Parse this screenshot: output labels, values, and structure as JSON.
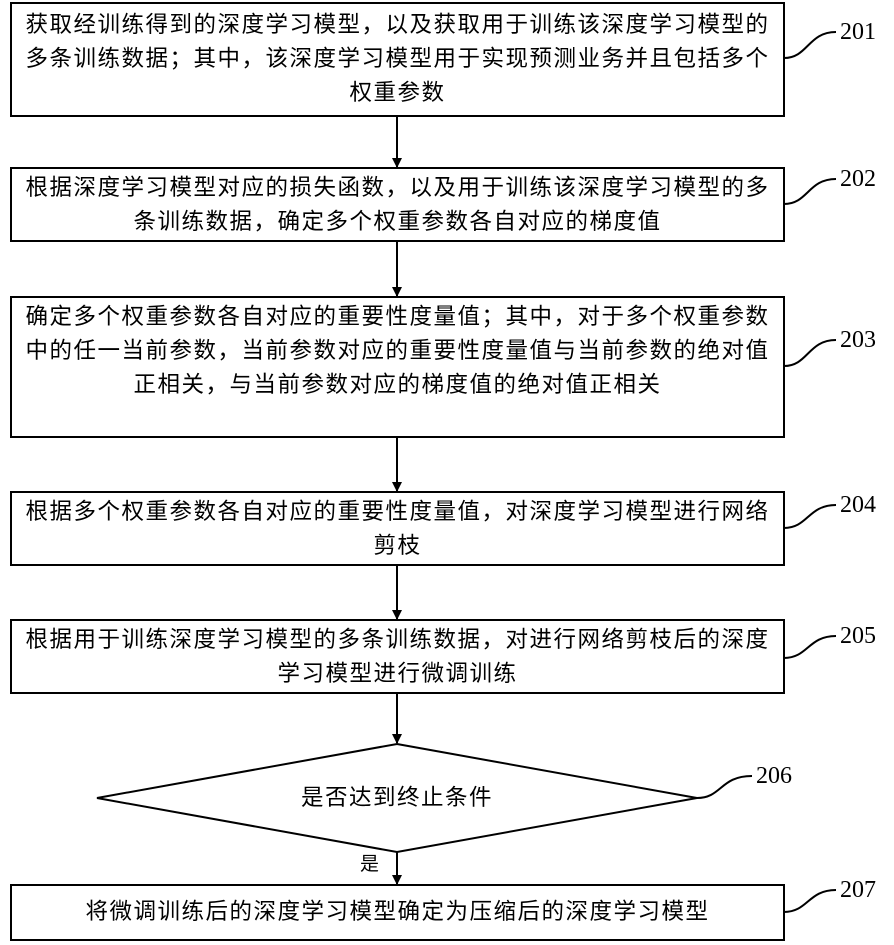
{
  "steps": [
    {
      "id": "201",
      "text": "获取经训练得到的深度学习模型，以及获取用于训练该深度学习模型的多条训练数据；其中，该深度学习模型用于实现预测业务并且包括多个权重参数"
    },
    {
      "id": "202",
      "text": "根据深度学习模型对应的损失函数，以及用于训练该深度学习模型的多条训练数据，确定多个权重参数各自对应的梯度值"
    },
    {
      "id": "203",
      "text": "确定多个权重参数各自对应的重要性度量值；其中，对于多个权重参数中的任一当前参数，当前参数对应的重要性度量值与当前参数的绝对值正相关，与当前参数对应的梯度值的绝对值正相关"
    },
    {
      "id": "204",
      "text": "根据多个权重参数各自对应的重要性度量值，对深度学习模型进行网络剪枝"
    },
    {
      "id": "205",
      "text": "根据用于训练深度学习模型的多条训练数据，对进行网络剪枝后的深度学习模型进行微调训练"
    },
    {
      "id": "206",
      "text": "是否达到终止条件"
    },
    {
      "id": "207",
      "text": "将微调训练后的深度学习模型确定为压缩后的深度学习模型"
    }
  ],
  "edge_labels": {
    "yes": "是"
  }
}
